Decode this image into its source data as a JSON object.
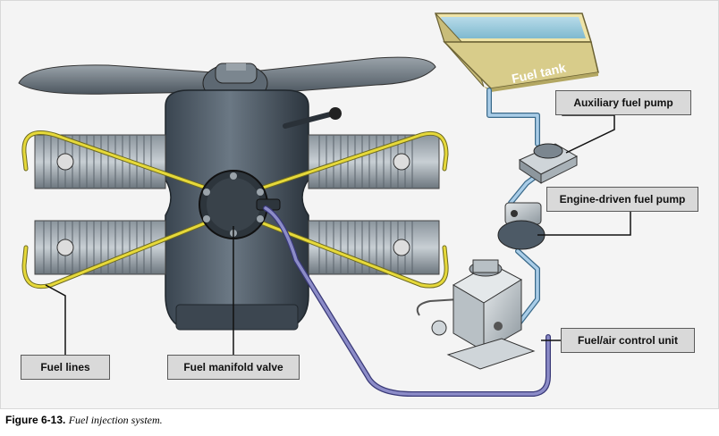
{
  "labels": {
    "fuel_tank": "Fuel tank",
    "auxiliary_fuel_pump": "Auxiliary fuel pump",
    "engine_driven_fuel_pump": "Engine-driven fuel pump",
    "fuel_air_control_unit": "Fuel/air control unit",
    "fuel_lines": "Fuel lines",
    "fuel_manifold_valve": "Fuel manifold valve"
  },
  "caption": {
    "number": "Figure 6-13.",
    "text": "Fuel injection system."
  },
  "colors": {
    "fuel_line_yellow": "#e6d93a",
    "supply_line_blue": "#a9cde8",
    "return_line_purple": "#8c8cc8",
    "engine_gray": "#4d5a66",
    "label_fill": "#d9d9d9",
    "tank_fill": "#d8cc8a"
  }
}
